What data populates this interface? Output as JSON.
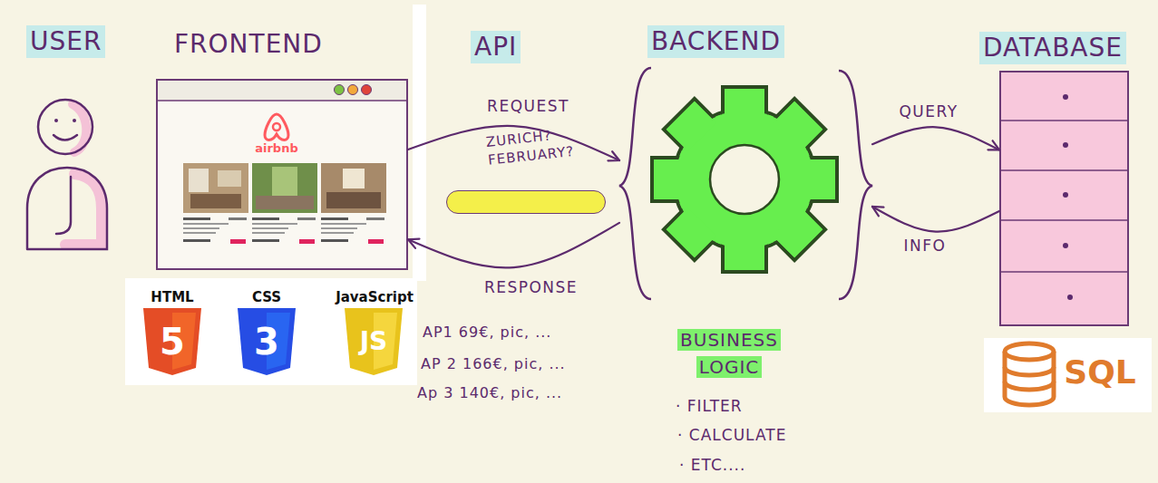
{
  "diagram": {
    "nodes": [
      {
        "text": [
          "USER"
        ]
      },
      {
        "text": [
          "FRONTEND",
          "airbnb"
        ]
      },
      {
        "text": [
          "API"
        ]
      },
      {
        "text": [
          "BACKEND"
        ]
      },
      {
        "text": [
          "DATABASE"
        ]
      }
    ],
    "edges": [
      {
        "from": 1,
        "to": 3,
        "label": "REQUEST",
        "arrow": "to"
      },
      {
        "from": 3,
        "to": 1,
        "label": "RESPONSE",
        "arrow": "to"
      },
      {
        "from": 3,
        "to": 4,
        "label": "QUERY",
        "arrow": "to"
      },
      {
        "from": 4,
        "to": 3,
        "label": "INFO",
        "arrow": "to"
      }
    ],
    "labels": [
      "ZURICH? FEBRUARY?",
      "AP1 69€, pic, ...",
      "AP 2 166€, pic, ...",
      "Ap 3 140€, pic, ...",
      "BUSINESS LOGIC",
      "· FILTER",
      "· CALCULATE",
      "· ETC....",
      "HTML",
      "5",
      "CSS",
      "3",
      "JavaScript",
      "JS",
      "SQL"
    ]
  }
}
